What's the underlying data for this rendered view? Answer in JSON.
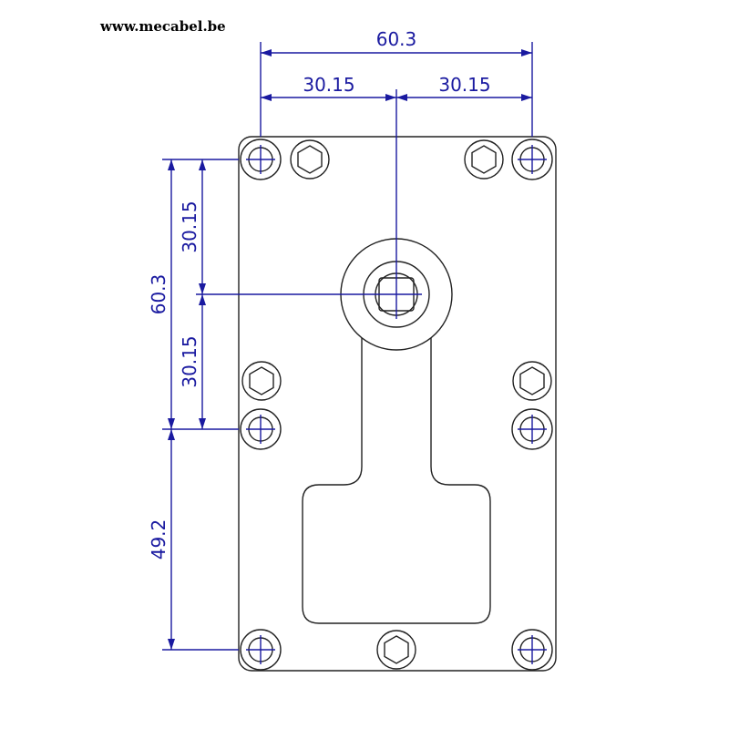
{
  "header": {
    "website": "www.mecabel.be"
  },
  "dimensions": {
    "top_total": "60.3",
    "top_left_half": "30.15",
    "top_right_half": "30.15",
    "left_total": "60.3",
    "left_upper_half": "30.15",
    "left_lower_half": "30.15",
    "left_bottom": "49.2"
  },
  "colors": {
    "dimension": "#1a1aa0",
    "outline": "#222222"
  }
}
